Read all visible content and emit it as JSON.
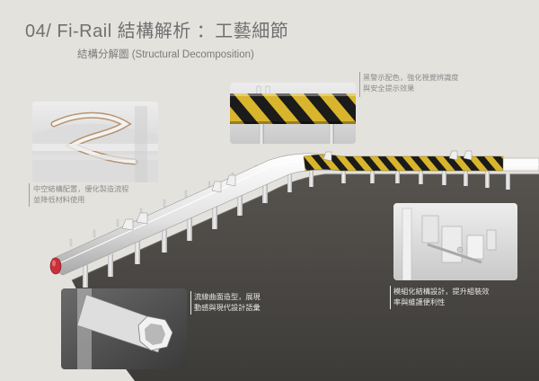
{
  "header": {
    "title": "04/ Fi-Rail 結構解析 ：工藝細節",
    "subtitle": "結構分解圖 (Structural Decomposition)"
  },
  "callouts": {
    "hazard": {
      "line1": "黑警示配色，強化視覺辨識度",
      "line2": "與安全提示效果"
    },
    "hollow": {
      "line1": "中空結構配置，優化製造流程",
      "line2": "並降低材料使用"
    },
    "streamline": {
      "line1": "流線曲面造型，展現",
      "line2": "動感與現代設計語彙"
    },
    "modular": {
      "line1": "模組化結構設計，提升組裝效",
      "line2": "率與維護便利性"
    }
  },
  "colors": {
    "background": "#e4e2dd",
    "road": "#4a4845",
    "rail": "#f2f2f2",
    "hazard_yellow": "#d8b52c",
    "hazard_black": "#1b1b1b",
    "reflector": "#c8303a"
  }
}
